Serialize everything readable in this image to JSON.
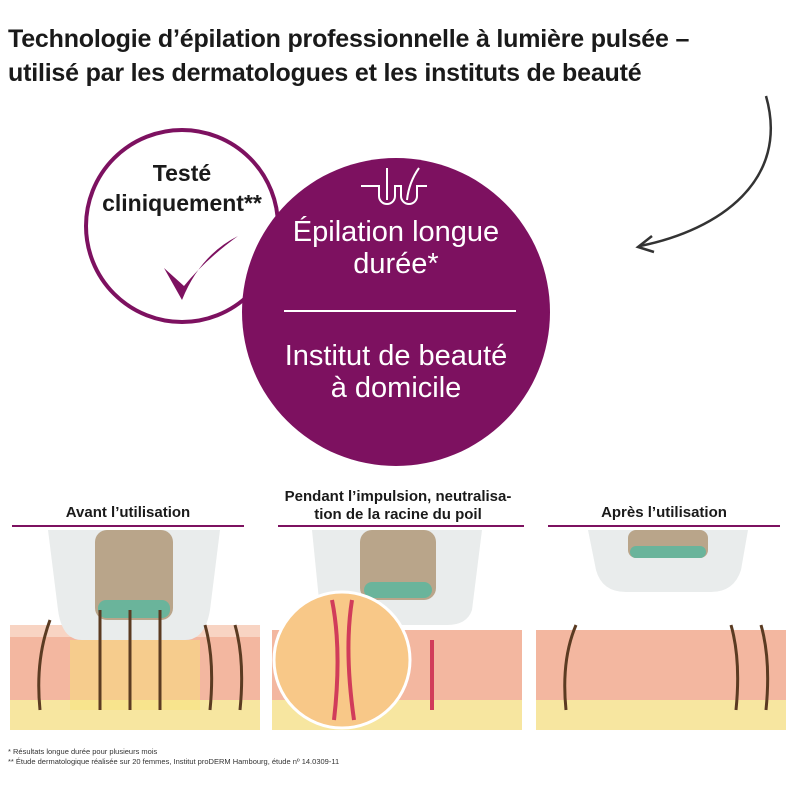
{
  "headline": {
    "line1": "Technologie d’épilation professionnelle à lumière pulsée –",
    "line2": "utilisé par les dermatologues et les instituts de beauté"
  },
  "badge_tested": {
    "line1": "Testé",
    "line2": "cliniquement**"
  },
  "badge_main": {
    "line1": "Épilation longue",
    "line2": "durée*",
    "line3": "Institut de beauté",
    "line4": "à domicile"
  },
  "panels": [
    {
      "title": "Avant l’utilisation"
    },
    {
      "title_line1": "Pendant l’impulsion, neutralisa-",
      "title_line2": "tion de la racine du poil"
    },
    {
      "title": "Après l’utilisation"
    }
  ],
  "footnotes": [
    "* Résultats longue durée pour plusieurs mois",
    "** Étude dermatologique réalisée sur 20 femmes, Institut proDERM Hambourg, étude nº 14.0309-11"
  ],
  "colors": {
    "accent": "#7d1160"
  }
}
